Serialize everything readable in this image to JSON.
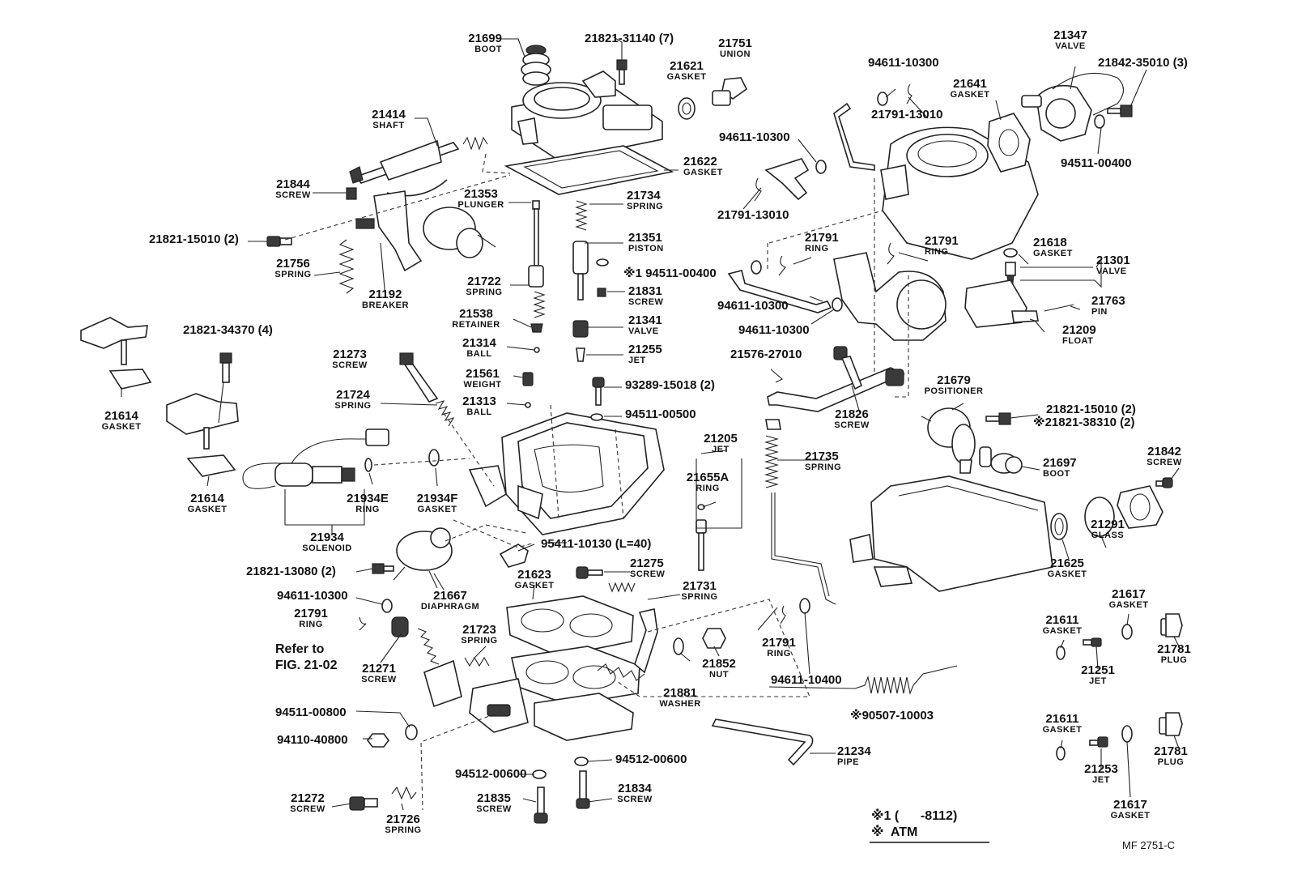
{
  "title_code": "MF 2751-C",
  "legend": {
    "note1": "※1 (      -8112)",
    "note2": "※  ATM"
  },
  "refer": [
    "Refer to",
    "FIG. 21-02"
  ],
  "labels": [
    {
      "id": "21699",
      "part": "21699",
      "name": "BOOT"
    },
    {
      "id": "21821-31140",
      "part": "21821-31140 (7)",
      "name": ""
    },
    {
      "id": "21751",
      "part": "21751",
      "name": "UNION"
    },
    {
      "id": "21621",
      "part": "21621",
      "name": "GASKET"
    },
    {
      "id": "94611-10300-a",
      "part": "94611-10300",
      "name": ""
    },
    {
      "id": "21791-13010-a",
      "part": "21791-13010",
      "name": ""
    },
    {
      "id": "21641",
      "part": "21641",
      "name": "GASKET"
    },
    {
      "id": "21347",
      "part": "21347",
      "name": "VALVE"
    },
    {
      "id": "21842-35010",
      "part": "21842-35010 (3)",
      "name": ""
    },
    {
      "id": "94511-00400-a",
      "part": "94511-00400",
      "name": ""
    },
    {
      "id": "21414",
      "part": "21414",
      "name": "SHAFT"
    },
    {
      "id": "21622",
      "part": "21622",
      "name": "GASKET"
    },
    {
      "id": "94611-10300-b",
      "part": "94611-10300",
      "name": ""
    },
    {
      "id": "21791-13010-b",
      "part": "21791-13010",
      "name": ""
    },
    {
      "id": "21844",
      "part": "21844",
      "name": "SCREW"
    },
    {
      "id": "21353",
      "part": "21353",
      "name": "PLUNGER"
    },
    {
      "id": "21734",
      "part": "21734",
      "name": "SPRING"
    },
    {
      "id": "21821-15010-a",
      "part": "21821-15010 (2)",
      "name": ""
    },
    {
      "id": "21351",
      "part": "21351",
      "name": "PISTON"
    },
    {
      "id": "21791-a",
      "part": "21791",
      "name": "RING"
    },
    {
      "id": "21791-b",
      "part": "21791",
      "name": "RING"
    },
    {
      "id": "21618",
      "part": "21618",
      "name": "GASKET"
    },
    {
      "id": "21301",
      "part": "21301",
      "name": "VALVE"
    },
    {
      "id": "21756",
      "part": "21756",
      "name": "SPRING"
    },
    {
      "id": "94511-00400-b",
      "part": "※1 94511-00400",
      "name": ""
    },
    {
      "id": "21192",
      "part": "21192",
      "name": "BREAKER"
    },
    {
      "id": "21722",
      "part": "21722",
      "name": "SPRING"
    },
    {
      "id": "21831",
      "part": "21831",
      "name": "SCREW"
    },
    {
      "id": "94611-10300-c",
      "part": "94611-10300",
      "name": ""
    },
    {
      "id": "21763",
      "part": "21763",
      "name": "PIN"
    },
    {
      "id": "21538",
      "part": "21538",
      "name": "RETAINER"
    },
    {
      "id": "21341",
      "part": "21341",
      "name": "VALVE"
    },
    {
      "id": "94611-10300-d",
      "part": "94611-10300",
      "name": ""
    },
    {
      "id": "21209",
      "part": "21209",
      "name": "FLOAT"
    },
    {
      "id": "21821-34370",
      "part": "21821-34370 (4)",
      "name": ""
    },
    {
      "id": "21314",
      "part": "21314",
      "name": "BALL"
    },
    {
      "id": "21255",
      "part": "21255",
      "name": "JET"
    },
    {
      "id": "21273",
      "part": "21273",
      "name": "SCREW"
    },
    {
      "id": "21576-27010",
      "part": "21576-27010",
      "name": ""
    },
    {
      "id": "21561",
      "part": "21561",
      "name": "WEIGHT"
    },
    {
      "id": "21679",
      "part": "21679",
      "name": "POSITIONER"
    },
    {
      "id": "93289-15018",
      "part": "93289-15018 (2)",
      "name": ""
    },
    {
      "id": "21724",
      "part": "21724",
      "name": "SPRING"
    },
    {
      "id": "21313",
      "part": "21313",
      "name": "BALL"
    },
    {
      "id": "21614-a",
      "part": "21614",
      "name": "GASKET"
    },
    {
      "id": "94511-00500",
      "part": "94511-00500",
      "name": ""
    },
    {
      "id": "21826",
      "part": "21826",
      "name": "SCREW"
    },
    {
      "id": "21821-15010-b",
      "part": "21821-15010 (2)",
      "name": ""
    },
    {
      "id": "21821-38310",
      "part": "※21821-38310 (2)",
      "name": ""
    },
    {
      "id": "21205",
      "part": "21205",
      "name": "JET"
    },
    {
      "id": "21842",
      "part": "21842",
      "name": "SCREW"
    },
    {
      "id": "21735",
      "part": "21735",
      "name": "SPRING"
    },
    {
      "id": "21697",
      "part": "21697",
      "name": "BOOT"
    },
    {
      "id": "21655A",
      "part": "21655A",
      "name": "RING"
    },
    {
      "id": "21614-b",
      "part": "21614",
      "name": "GASKET"
    },
    {
      "id": "21934E",
      "part": "21934E",
      "name": "RING"
    },
    {
      "id": "21934F",
      "part": "21934F",
      "name": "GASKET"
    },
    {
      "id": "21291",
      "part": "21291",
      "name": "GLASS"
    },
    {
      "id": "21934",
      "part": "21934",
      "name": "SOLENOID"
    },
    {
      "id": "95411-10130",
      "part": "95411-10130 (L=40)",
      "name": ""
    },
    {
      "id": "21625",
      "part": "21625",
      "name": "GASKET"
    },
    {
      "id": "21821-13080",
      "part": "21821-13080 (2)",
      "name": ""
    },
    {
      "id": "21667",
      "part": "21667",
      "name": "DIAPHRAGM"
    },
    {
      "id": "21623",
      "part": "21623",
      "name": "GASKET"
    },
    {
      "id": "21275",
      "part": "21275",
      "name": "SCREW"
    },
    {
      "id": "21731",
      "part": "21731",
      "name": "SPRING"
    },
    {
      "id": "94611-10300-e",
      "part": "94611-10300",
      "name": ""
    },
    {
      "id": "21617-a",
      "part": "21617",
      "name": "GASKET"
    },
    {
      "id": "21791-c",
      "part": "21791",
      "name": "RING"
    },
    {
      "id": "21611-a",
      "part": "21611",
      "name": "GASKET"
    },
    {
      "id": "21723",
      "part": "21723",
      "name": "SPRING"
    },
    {
      "id": "21852",
      "part": "21852",
      "name": "NUT"
    },
    {
      "id": "21791-d",
      "part": "21791",
      "name": "RING"
    },
    {
      "id": "21781-a",
      "part": "21781",
      "name": "PLUG"
    },
    {
      "id": "21271",
      "part": "21271",
      "name": "SCREW"
    },
    {
      "id": "21251",
      "part": "21251",
      "name": "JET"
    },
    {
      "id": "94611-10400",
      "part": "94611-10400",
      "name": ""
    },
    {
      "id": "21881",
      "part": "21881",
      "name": "WASHER"
    },
    {
      "id": "90507-10003",
      "part": "※90507-10003",
      "name": ""
    },
    {
      "id": "94511-00800",
      "part": "94511-00800",
      "name": ""
    },
    {
      "id": "21611-b",
      "part": "21611",
      "name": "GASKET"
    },
    {
      "id": "94110-40800",
      "part": "94110-40800",
      "name": ""
    },
    {
      "id": "21781-b",
      "part": "21781",
      "name": "PLUG"
    },
    {
      "id": "21234",
      "part": "21234",
      "name": "PIPE"
    },
    {
      "id": "21253",
      "part": "21253",
      "name": "JET"
    },
    {
      "id": "94512-00600-a",
      "part": "94512-00600",
      "name": ""
    },
    {
      "id": "94512-00600-b",
      "part": "94512-00600",
      "name": ""
    },
    {
      "id": "21272",
      "part": "21272",
      "name": "SCREW"
    },
    {
      "id": "21835",
      "part": "21835",
      "name": "SCREW"
    },
    {
      "id": "21834",
      "part": "21834",
      "name": "SCREW"
    },
    {
      "id": "21726",
      "part": "21726",
      "name": "SPRING"
    },
    {
      "id": "21617-b",
      "part": "21617",
      "name": "GASKET"
    }
  ]
}
